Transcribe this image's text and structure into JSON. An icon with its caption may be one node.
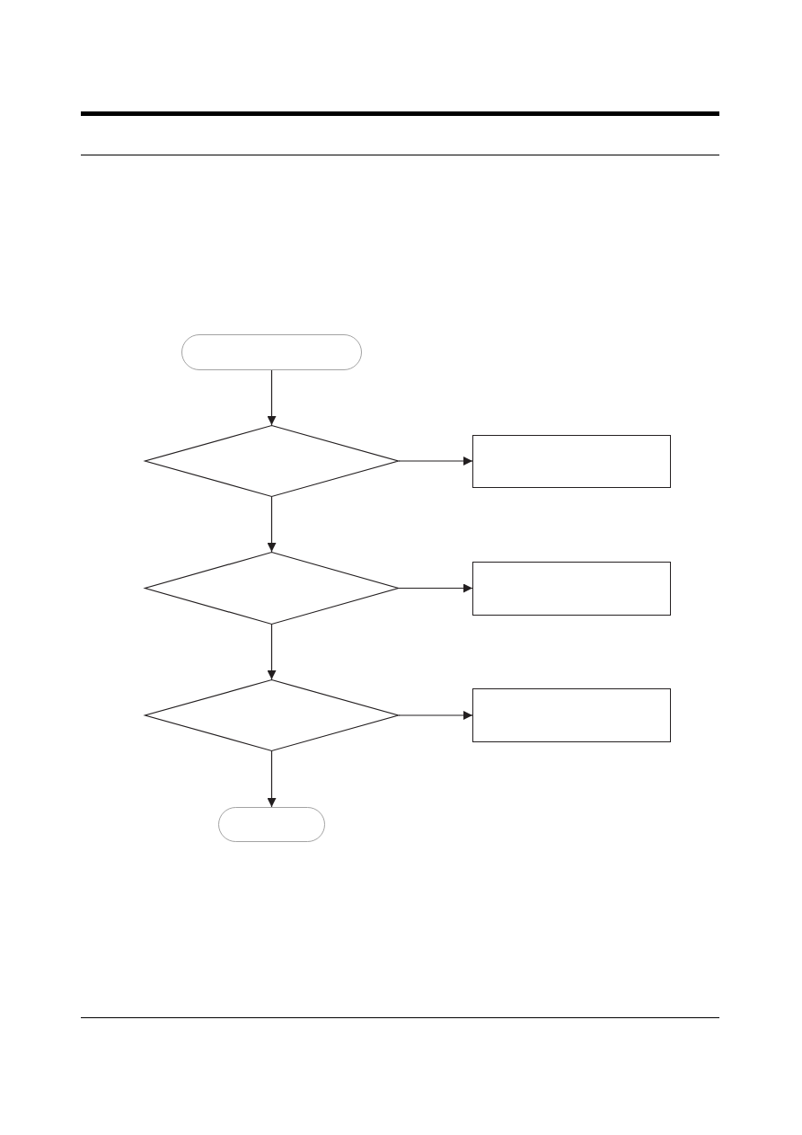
{
  "diagram": {
    "nodes": [
      {
        "text": [],
        "shape": "pill"
      },
      {
        "text": [],
        "shape": "diamond"
      },
      {
        "text": [],
        "shape": "box"
      },
      {
        "text": [],
        "shape": "diamond"
      },
      {
        "text": [],
        "shape": "box"
      },
      {
        "text": [],
        "shape": "diamond"
      },
      {
        "text": [],
        "shape": "box"
      },
      {
        "text": [],
        "shape": "pill"
      }
    ],
    "edges": [
      {
        "from": 0,
        "to": 1,
        "arrow": "to"
      },
      {
        "from": 1,
        "to": 2,
        "arrow": "to"
      },
      {
        "from": 1,
        "to": 3,
        "arrow": "to"
      },
      {
        "from": 3,
        "to": 4,
        "arrow": "to"
      },
      {
        "from": 3,
        "to": 5,
        "arrow": "to"
      },
      {
        "from": 5,
        "to": 6,
        "arrow": "to"
      },
      {
        "from": 5,
        "to": 7,
        "arrow": "to"
      }
    ]
  }
}
